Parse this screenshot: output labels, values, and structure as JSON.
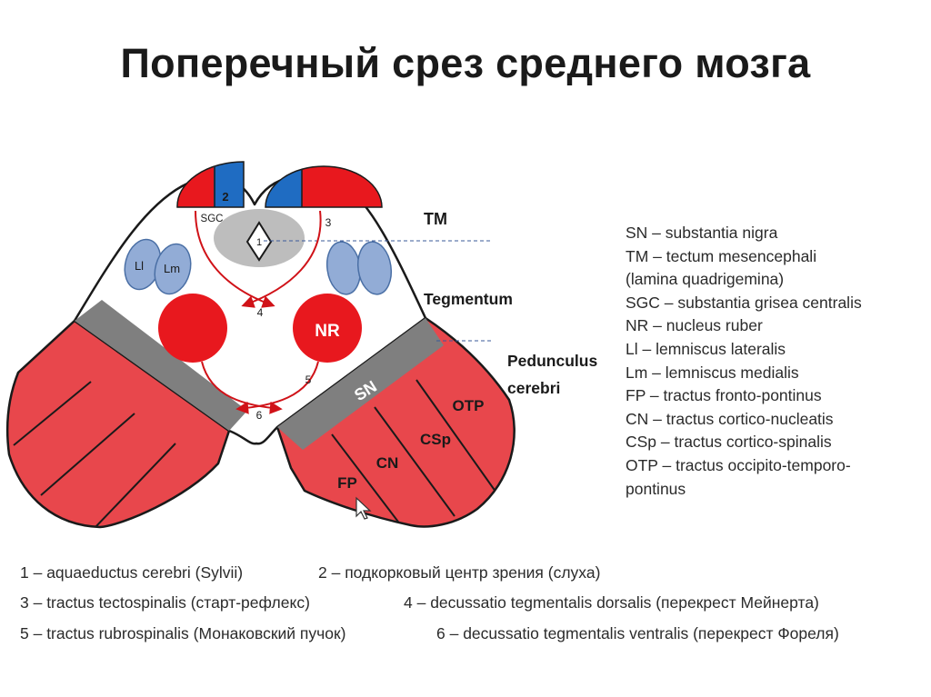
{
  "title": "Поперечный срез среднего мозга",
  "colors": {
    "tract_red": "#e8474c",
    "nucleus_red": "#e8181e",
    "blue_oval": "#92acd6",
    "gray_band": "#7f7f7f",
    "aqueduct_gray": "#bdbdbd",
    "outline": "#1a1a1a"
  },
  "diagram": {
    "labels": {
      "num1": "1",
      "num2": "2",
      "num3": "3",
      "num4": "4",
      "num5": "5",
      "num6": "6",
      "sgc": "SGC",
      "ll": "Ll",
      "lm": "Lm",
      "nr": "NR",
      "sn": "SN",
      "otp": "OTP",
      "csp": "CSp",
      "cn": "CN",
      "fp": "FP",
      "tm": "TM",
      "tegmentum": "Tegmentum",
      "pedunculus_1": "Pedunculus",
      "pedunculus_2": "cerebri"
    }
  },
  "legend": [
    "SN – substantia nigra",
    "TM – tectum mesencephali",
    "(lamina quadrigemina)",
    "SGC – substantia grisea centralis",
    "NR – nucleus ruber",
    "Ll – lemniscus lateralis",
    "Lm – lemniscus medialis",
    "FP – tractus fronto-pontinus",
    "CN – tractus cortico-nucleatis",
    "CSp – tractus cortico-spinalis",
    "OTP – tractus occipito-temporo-",
    "pontinus"
  ],
  "notes": {
    "n1": "1 – aquaeductus cerebri (Sylvii)",
    "n2": "2 – подкорковый центр зрения (слуха)",
    "n3": "3 – tractus tectospinalis (старт-рефлекс)",
    "n4": "4 – decussatio tegmentalis dorsalis (перекрест Мейнерта)",
    "n5": "5 – tractus rubrospinalis (Монаковский пучок)",
    "n6": "6 – decussatio tegmentalis ventralis (перекрест Фореля)"
  }
}
